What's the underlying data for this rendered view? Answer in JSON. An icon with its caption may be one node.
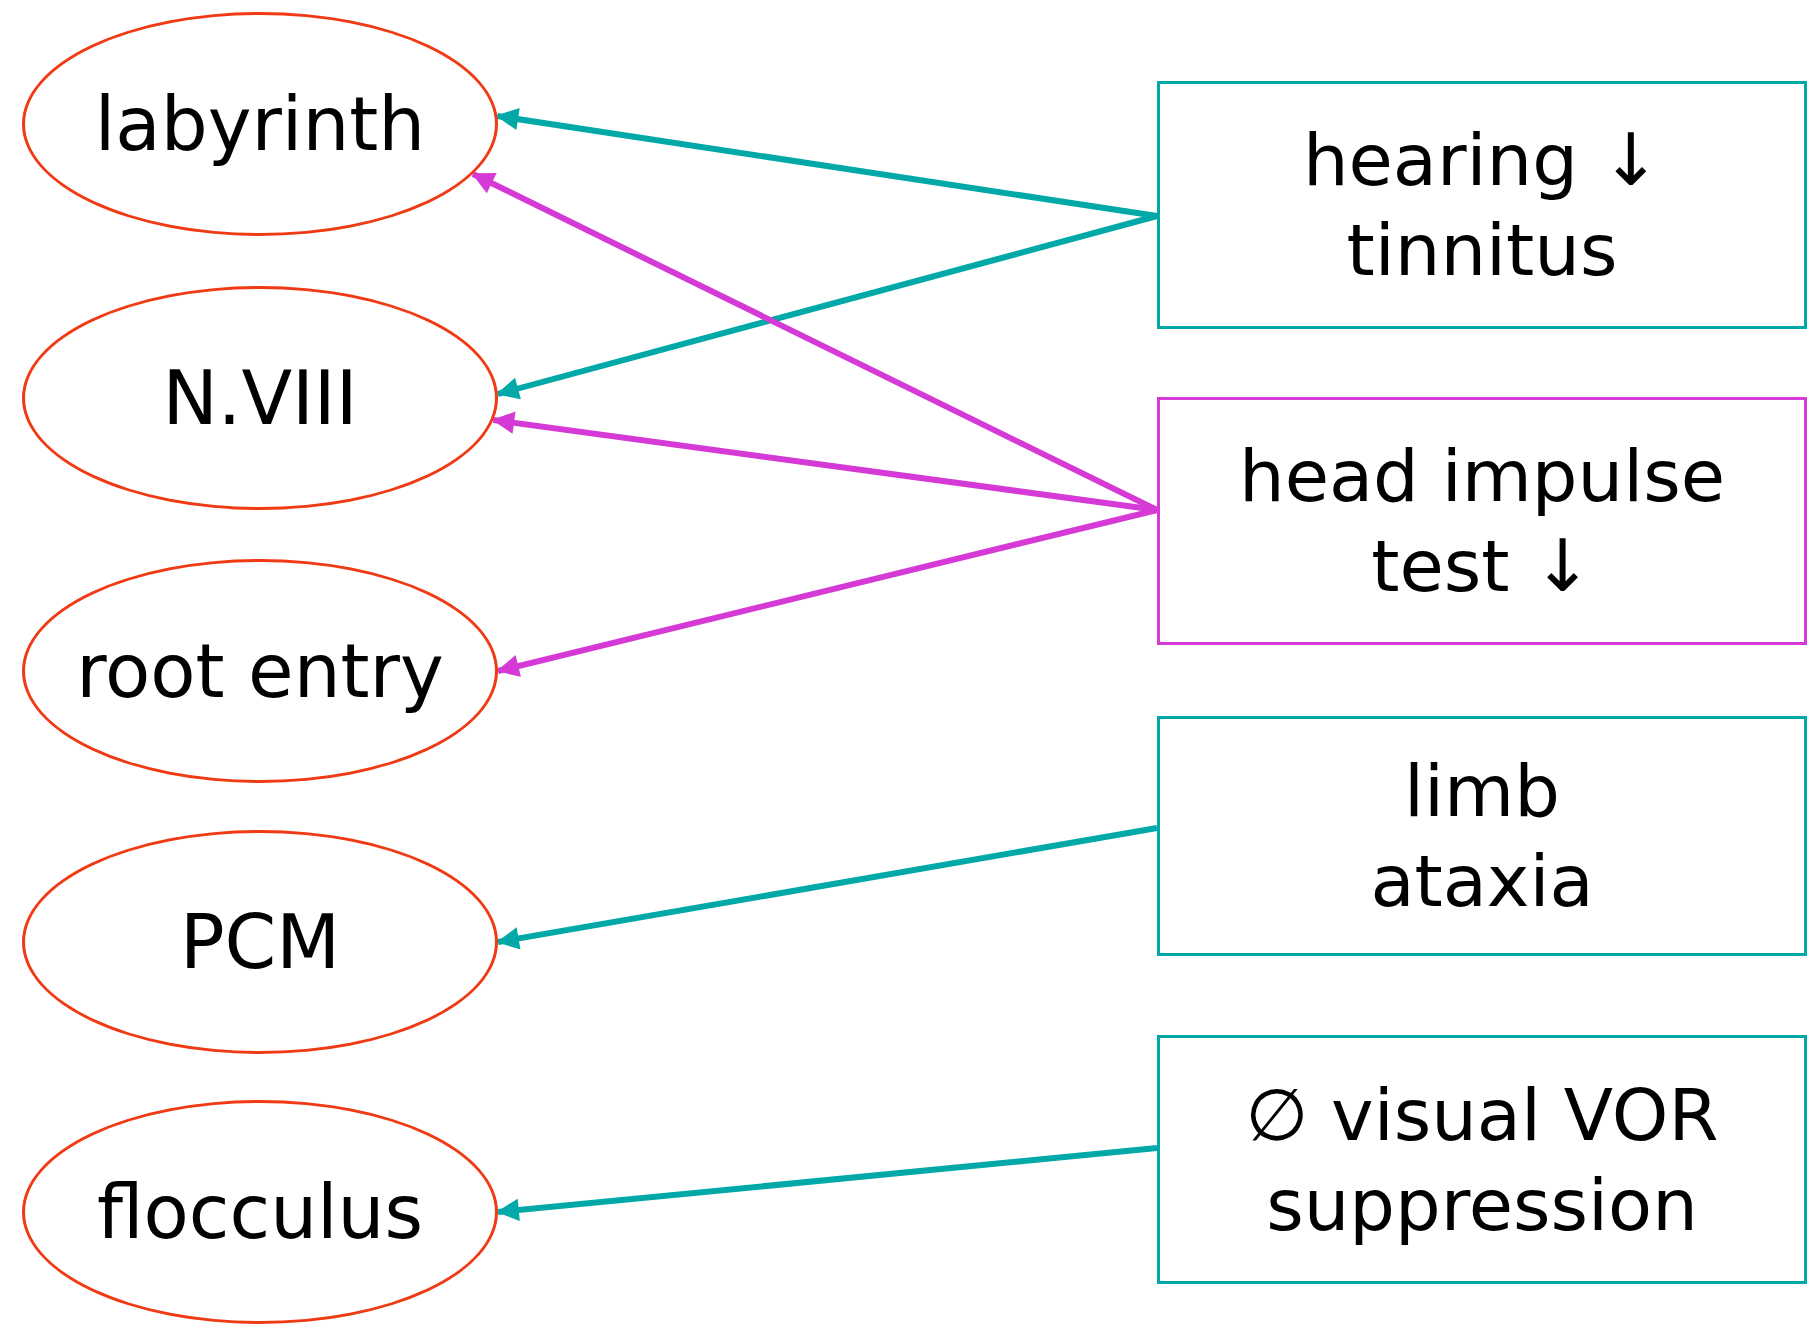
{
  "diagram": {
    "nodes": [
      {
        "text": [
          "labyrinth"
        ]
      },
      {
        "text": [
          "N.VIII"
        ]
      },
      {
        "text": [
          "root entry"
        ]
      },
      {
        "text": [
          "PCM"
        ]
      },
      {
        "text": [
          "flocculus"
        ]
      },
      {
        "text": [
          "hearing ↓",
          "tinnitus"
        ]
      },
      {
        "text": [
          "head impulse test ↓"
        ]
      },
      {
        "text": [
          "limb ataxia"
        ]
      },
      {
        "text": [
          "∅ visual VOR suppression"
        ]
      }
    ],
    "edges": [
      {
        "from": 5,
        "to": 0,
        "arrow": "to"
      },
      {
        "from": 5,
        "to": 1,
        "arrow": "to"
      },
      {
        "from": 6,
        "to": 0,
        "arrow": "to",
        "color": "#d63ad6"
      },
      {
        "from": 6,
        "to": 1,
        "arrow": "to",
        "color": "#d63ad6"
      },
      {
        "from": 6,
        "to": 2,
        "arrow": "to",
        "color": "#d63ad6"
      },
      {
        "from": 7,
        "to": 3,
        "arrow": "to"
      },
      {
        "from": 8,
        "to": 4,
        "arrow": "to"
      }
    ]
  }
}
